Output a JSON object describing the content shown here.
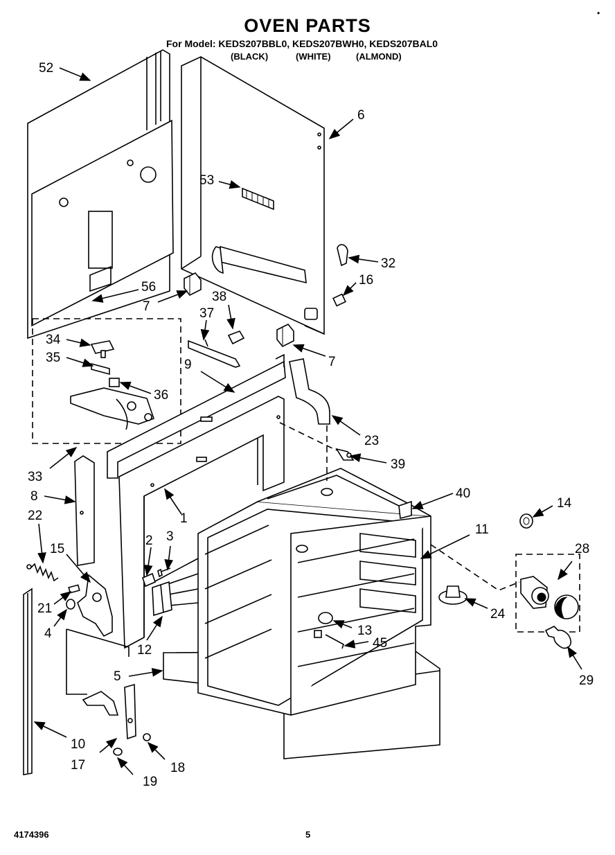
{
  "header": {
    "title": "OVEN PARTS",
    "model_line": "For Model: KEDS207BBL0, KEDS207BWH0, KEDS207BAL0",
    "variants": [
      "(BLACK)",
      "(WHITE)",
      "(ALMOND)"
    ],
    "corner_mark": "•"
  },
  "footer": {
    "doc_number": "4174396",
    "page_number": "5"
  },
  "callouts": [
    "52",
    "6",
    "53",
    "32",
    "16",
    "7",
    "56",
    "7",
    "38",
    "37",
    "34",
    "35",
    "36",
    "9",
    "33",
    "23",
    "39",
    "8",
    "1",
    "40",
    "14",
    "22",
    "15",
    "2",
    "3",
    "11",
    "28",
    "21",
    "4",
    "12",
    "24",
    "13",
    "45",
    "29",
    "5",
    "10",
    "17",
    "18",
    "19"
  ]
}
